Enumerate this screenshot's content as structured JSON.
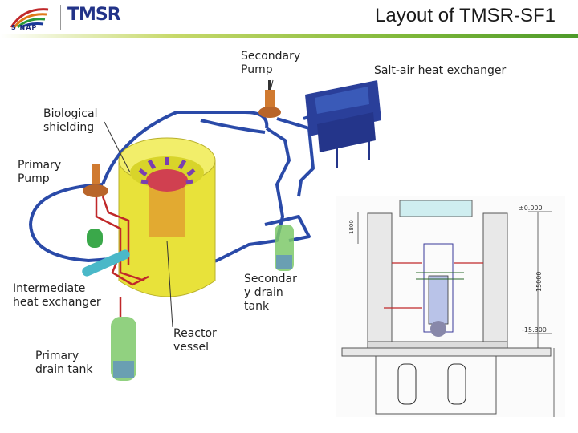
{
  "header": {
    "org_logo_text": "S NAP",
    "brand_logo_text": "TMSR",
    "title": "Layout of TMSR-SF1"
  },
  "labels": {
    "secondary_pump": "Secondary\nPump",
    "salt_air_hx": "Salt-air heat exchanger",
    "biological_shielding": "Biological\nshielding",
    "primary_pump": "Primary\nPump",
    "intermediate_hx": "Intermediate\nheat exchanger",
    "secondary_drain_tank": "Secondar\ny drain\ntank",
    "reactor_vessel": "Reactor\nvessel",
    "primary_drain_tank": "Primary\ndrain tank"
  },
  "section_drawing": {
    "dim_top": "±0.000",
    "dim_bottom": "-15.300",
    "dim_height": "15000",
    "dim_small": "1800"
  },
  "colors": {
    "loop_pipe": "#2a4aa8",
    "primary_pipe": "#c0282a",
    "shielding": "#e8e23a",
    "vessel_top": "#d04050",
    "core_ring": "#7a3fb0",
    "pump": "#d07a30",
    "drain_tank": "#7ec96a",
    "ihx": "#4ab8c8",
    "salt_air_hx": "#2a3f9a"
  }
}
